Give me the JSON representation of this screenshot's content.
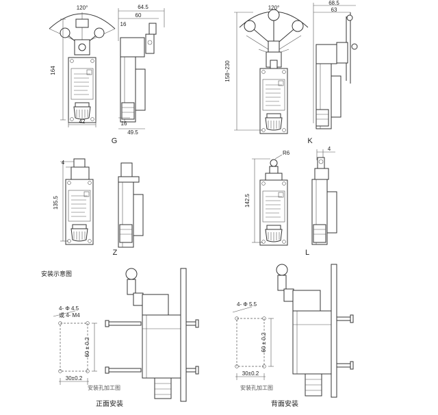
{
  "views": {
    "g": {
      "name": "G",
      "angle": "120°",
      "height": "164",
      "width": "42",
      "side_w1": "64.5",
      "side_w2": "60",
      "side_h": "16",
      "side_b1": "16",
      "side_b2": "49.5"
    },
    "k": {
      "name": "K",
      "angle": "120°",
      "height": "158~230",
      "side_w1": "68.5",
      "side_w2": "63"
    },
    "z": {
      "name": "Z",
      "height": "135.5",
      "top": "4"
    },
    "l": {
      "name": "L",
      "height": "142.5",
      "radius": "R6",
      "top": "4"
    }
  },
  "install": {
    "title": "安装示意图",
    "front": {
      "caption": "正面安装",
      "hole1": "4- Φ 4.5",
      "hole2": "或 4- M4",
      "spacing_v": "60 ± 0.2",
      "spacing_h": "30±0.2",
      "label": "安装孔加工图"
    },
    "back": {
      "caption": "背面安装",
      "hole1": "4- Φ 5.5",
      "spacing_v": "60 ± 0.2",
      "spacing_h": "30±0.2",
      "label": "安装孔加工图"
    }
  }
}
